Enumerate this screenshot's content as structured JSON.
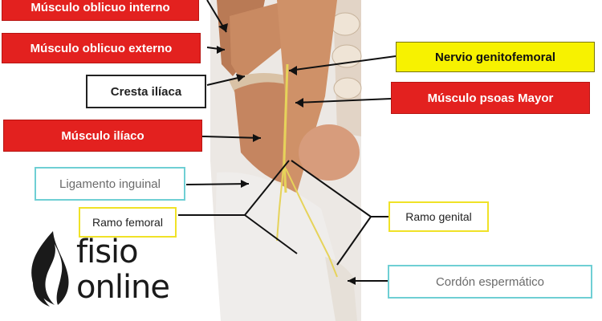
{
  "labels": {
    "oblicuo_interno": "Músculo oblicuo interno",
    "oblicuo_externo": "Músculo oblicuo externo",
    "cresta_iliaca": "Cresta ilíaca",
    "musculo_iliaco": "Músculo ilíaco",
    "ligamento_inguinal": "Ligamento inguinal",
    "ramo_femoral": "Ramo femoral",
    "nervio_genitofemoral": "Nervio genitofemoral",
    "psoas_mayor": "Músculo psoas Mayor",
    "ramo_genital": "Ramo genital",
    "cordon_espermatico": "Cordón espermático"
  },
  "logo": {
    "line1": "fisio",
    "line2": "online"
  },
  "colors": {
    "red_label": "#e3211f",
    "yellow_label": "#f7f200",
    "cyan_border": "#6fcfd4",
    "yellow_border": "#f0e227",
    "muscle": "#c98a62",
    "nerve": "#e6d35a"
  }
}
